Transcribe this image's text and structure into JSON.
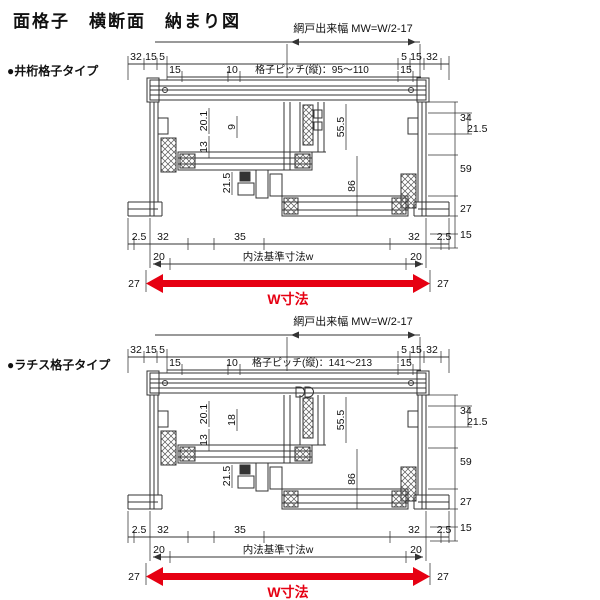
{
  "page": {
    "title": "面格子　横断面　納まり図"
  },
  "colors": {
    "line": "#333333",
    "text": "#111111",
    "red": "#e60012",
    "bg": "#ffffff"
  },
  "diagram1": {
    "type_label": "●井桁格子タイプ",
    "mw_note": "網戸出来幅 MW=W/2-17",
    "pitch_label": "格子ピッチ(縦)：95～110",
    "top": {
      "d1": "32",
      "d2": "15",
      "d3": "5",
      "d4": "15",
      "d5": "10",
      "d6": "15",
      "d7": "5",
      "d8": "15",
      "d9": "32"
    },
    "interior": {
      "d1": "20.1",
      "d2": "13",
      "d3": "9",
      "d4": "21.5",
      "d5": "55.5",
      "d6": "86"
    },
    "right": {
      "d1": "34",
      "d2": "21.5",
      "d3": "59",
      "d4": "27",
      "d5": "15"
    },
    "bottom": {
      "d1": "2.5",
      "d2": "32",
      "d3": "35",
      "d4": "32",
      "d5": "2.5",
      "d6": "20",
      "d7": "内法基準寸法w",
      "d8": "20",
      "d9": "27",
      "d10": "27",
      "w_label": "W寸法"
    }
  },
  "diagram2": {
    "type_label": "●ラチス格子タイプ",
    "mw_note": "網戸出来幅 MW=W/2-17",
    "pitch_label": "格子ピッチ(縦)：141～213",
    "top": {
      "d1": "32",
      "d2": "15",
      "d3": "5",
      "d4": "15",
      "d5": "10",
      "d6": "15",
      "d7": "5",
      "d8": "15",
      "d9": "32"
    },
    "interior": {
      "d1": "20.1",
      "d2": "13",
      "d3": "18",
      "d4": "21.5",
      "d5": "55.5",
      "d6": "86"
    },
    "right": {
      "d1": "34",
      "d2": "21.5",
      "d3": "59",
      "d4": "27",
      "d5": "15"
    },
    "bottom": {
      "d1": "2.5",
      "d2": "32",
      "d3": "35",
      "d4": "32",
      "d5": "2.5",
      "d6": "20",
      "d7": "内法基準寸法w",
      "d8": "20",
      "d9": "27",
      "d10": "27",
      "w_label": "W寸法"
    }
  }
}
